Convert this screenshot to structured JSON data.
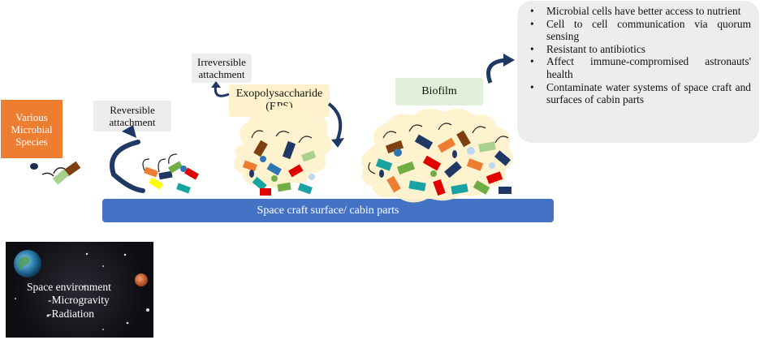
{
  "labels": {
    "various": [
      "Various",
      "Microbial",
      "Species"
    ],
    "reversible": [
      "Reversible",
      "attachment"
    ],
    "irreversible": [
      "Irreversible",
      "attachment"
    ],
    "eps": [
      "Exopolysaccharide",
      "(EPS)"
    ],
    "biofilm": "Biofilm",
    "surface": "Space craft surface/ cabin parts"
  },
  "effects": [
    "Microbial cells have better access to nutrient",
    "Cell to cell communication via quorum sensing",
    "Resistant to antibiotics",
    "Affect immune-compromised astronauts' health",
    "Contaminate water systems of space craft and surfaces of cabin parts"
  ],
  "space": {
    "title": "Space environment",
    "items": [
      "-Microgravity",
      "-Radiation"
    ]
  },
  "colors": {
    "orange": "#ed7d31",
    "surface_blue": "#4472c4",
    "arrow_navy": "#1f3864",
    "eps_fill": "#fff2cc",
    "biofilm_fill": "#e2efd9",
    "gray_box": "#ededed"
  }
}
